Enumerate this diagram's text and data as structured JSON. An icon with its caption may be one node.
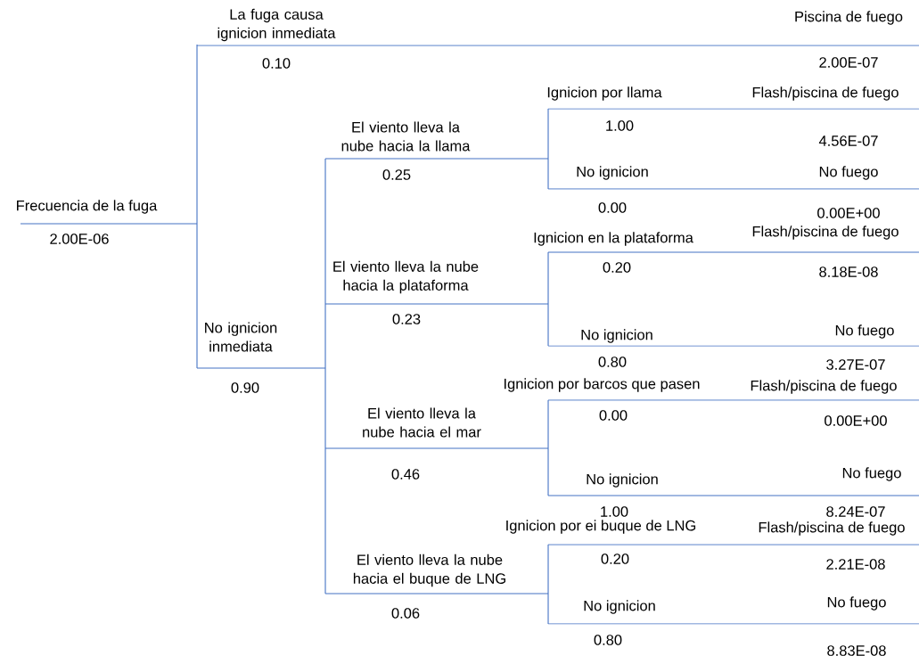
{
  "diagram": {
    "labels": [
      "La fuga causa ignicion inmediata",
      "0.10",
      "Piscina de fuego",
      "2.00E-07",
      "Ignicion por llama",
      "Flash/piscina de fuego",
      "El viento lleva la nube hacia la llama",
      "1.00",
      "4.56E-07",
      "0.25",
      "No ignicion",
      "No fuego",
      "Frecuencia de la fuga",
      "2.00E-06",
      "0.00",
      "0.00E+00",
      "Ignicion en la plataforma",
      "Flash/piscina de fuego",
      "El viento lleva la nube hacia la plataforma",
      "0.20",
      "8.18E-08",
      "0.23",
      "No ignicion inmediata",
      "No ignicion",
      "No fuego",
      "0.80",
      "3.27E-07",
      "0.90",
      "Ignicion por barcos que pasen",
      "Flash/piscina de fuego",
      "El viento lleva la nube hacia el mar",
      "0.00",
      "0.00E+00",
      "0.46",
      "No ignicion",
      "No fuego",
      "1.00",
      "8.24E-07",
      "Ignicion por ei buque de LNG",
      "Flash/piscina de fuego",
      "El viento lleva la nube hacia el buque de LNG",
      "0.20",
      "2.21E-08",
      "0.06",
      "No ignicion",
      "No fuego",
      "0.80",
      "8.83E-08"
    ]
  }
}
